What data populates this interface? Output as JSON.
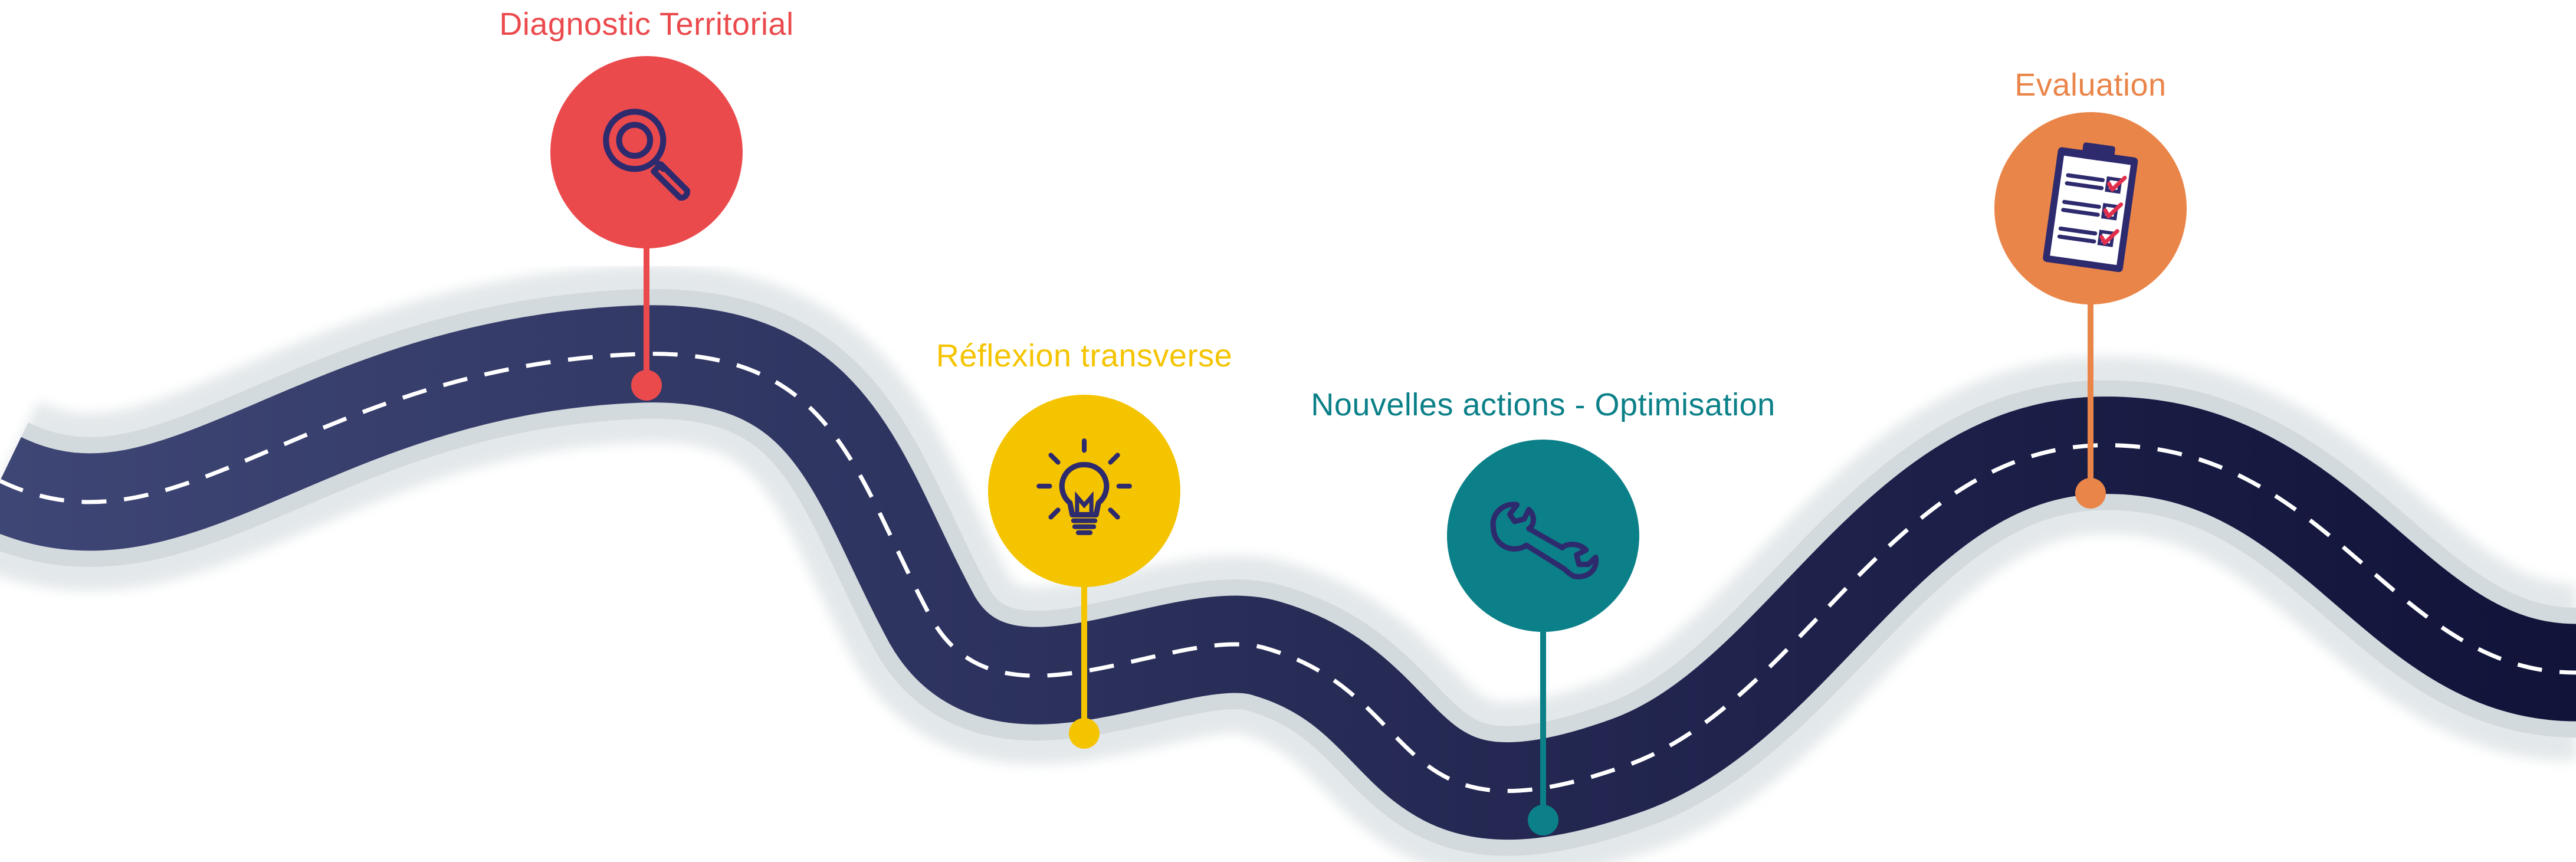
{
  "milestones": [
    {
      "label": "Diagnostic Territorial",
      "color": "#EB4A4D",
      "icon": "magnifier-icon"
    },
    {
      "label": "Réflexion transverse",
      "color": "#F5C400",
      "icon": "lightbulb-icon"
    },
    {
      "label": "Nouvelles actions - Optimisation",
      "color": "#0B8088",
      "icon": "wrench-icon"
    },
    {
      "label": "Evaluation",
      "color": "#EA8549",
      "icon": "clipboard-checklist-icon"
    }
  ],
  "colors": {
    "road_start": "#3E4675",
    "road_end": "#111339",
    "road_shoulder": "#D3DADD",
    "lane_marking": "#FFFFFF",
    "icon_stroke": "#2E2A6E"
  }
}
